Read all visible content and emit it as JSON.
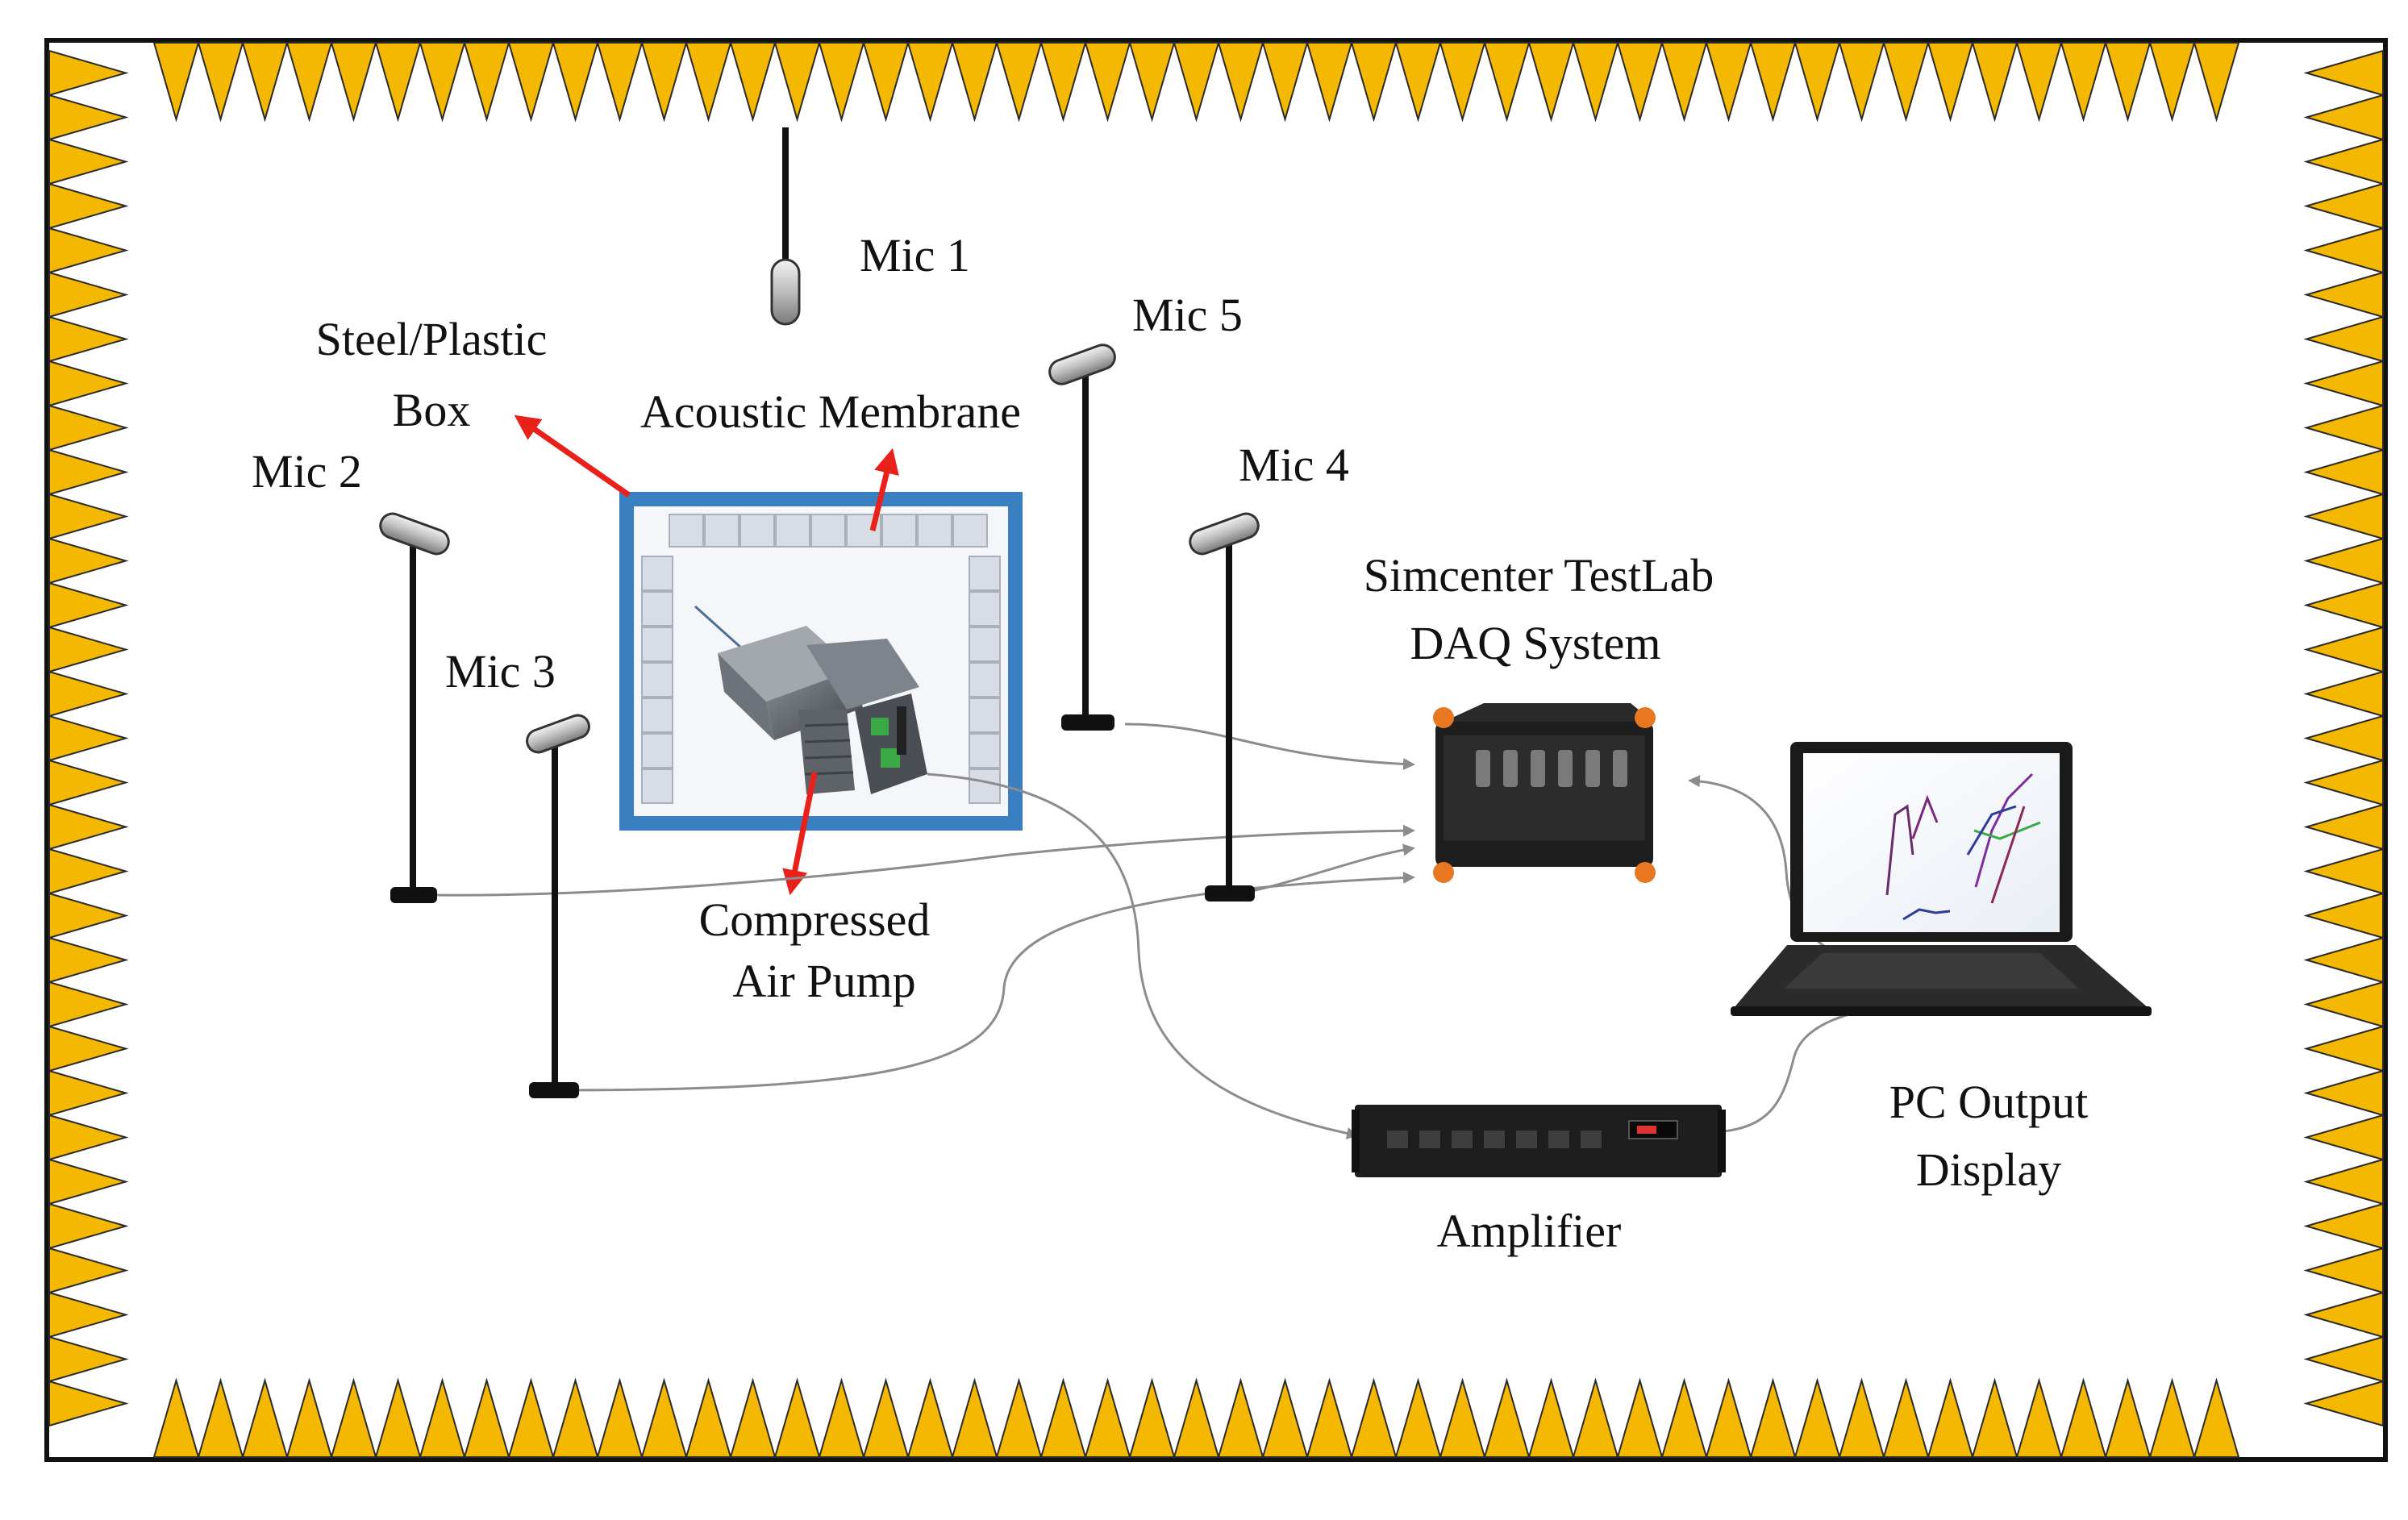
{
  "colors": {
    "wedge": "#f5b800",
    "wedge_stroke": "#2a2a2a",
    "frame": "#111111",
    "box_outer": "#3a7fbf",
    "box_inner": "#f4f6f9",
    "absorber": "#d8dde5",
    "arrow": "#e8221b",
    "cable": "#8c8c8c",
    "device": "#1e1e1e",
    "device_accent": "#e87722"
  },
  "icons": {
    "microphone": "microphone-icon",
    "pump": "compressed-air-pump-icon",
    "daq": "daq-hardware-icon",
    "amplifier": "amplifier-icon",
    "laptop": "laptop-icon"
  },
  "labels": {
    "mic1": "Mic 1",
    "mic2": "Mic 2",
    "mic3": "Mic 3",
    "mic4": "Mic 4",
    "mic5": "Mic 5",
    "box_line1": "Steel/Plastic",
    "box_line2": "Box",
    "membrane": "Acoustic Membrane",
    "pump_line1": "Compressed",
    "pump_line2": "Air Pump",
    "daq_line1": "Simcenter TestLab",
    "daq_line2": "DAQ System",
    "pc_line1": "PC Output",
    "pc_line2": "Display",
    "amplifier": "Amplifier"
  }
}
